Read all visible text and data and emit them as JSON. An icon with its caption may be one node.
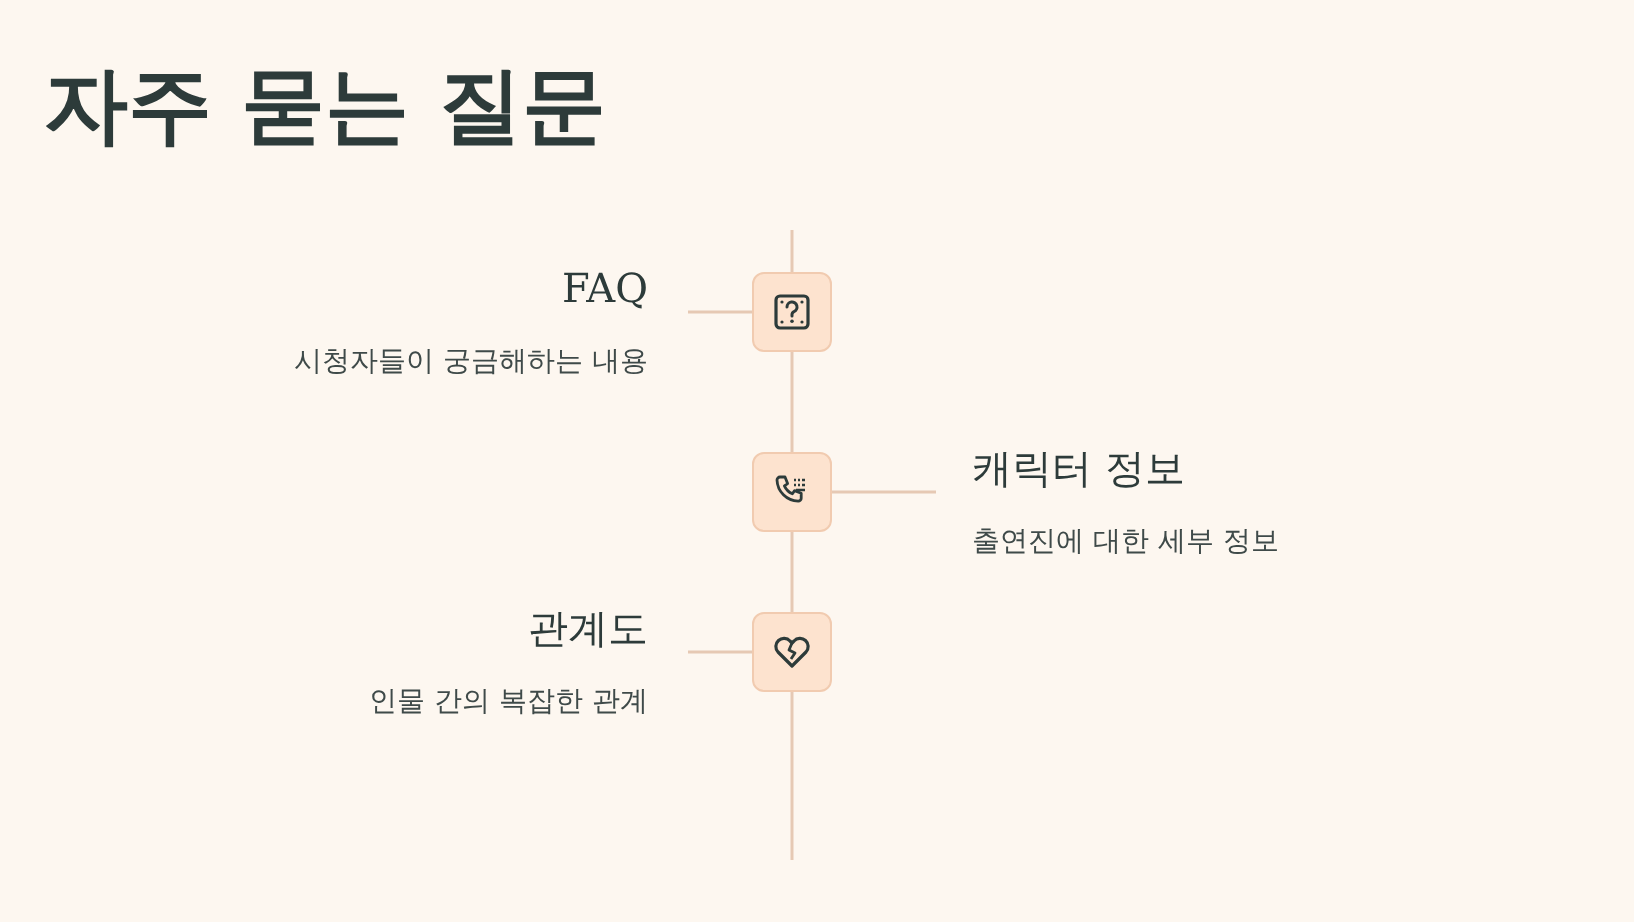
{
  "diagram": {
    "title": "자주 묻는 질문",
    "nodes": [
      {
        "text": [
          "FAQ",
          "시청자들이 궁금해하는 내용"
        ]
      },
      {
        "text": [],
        "shape": "box"
      },
      {
        "text": [],
        "shape": "box"
      },
      {
        "text": [
          "캐릭터 정보",
          "출연진에 대한 세부 정보"
        ]
      },
      {
        "text": [
          "관계도",
          "인물 간의 복잡한 관계"
        ]
      },
      {
        "text": [],
        "shape": "box"
      }
    ],
    "edges": [
      {
        "from": null,
        "to": 1,
        "arrow": "none"
      },
      {
        "from": 0,
        "to": 1,
        "arrow": "none"
      },
      {
        "from": 1,
        "to": 2,
        "arrow": "none"
      },
      {
        "from": 2,
        "to": 3,
        "arrow": "none"
      },
      {
        "from": 2,
        "to": 5,
        "arrow": "none"
      },
      {
        "from": 4,
        "to": 5,
        "arrow": "none"
      },
      {
        "from": 5,
        "to": null,
        "arrow": "none"
      }
    ]
  }
}
